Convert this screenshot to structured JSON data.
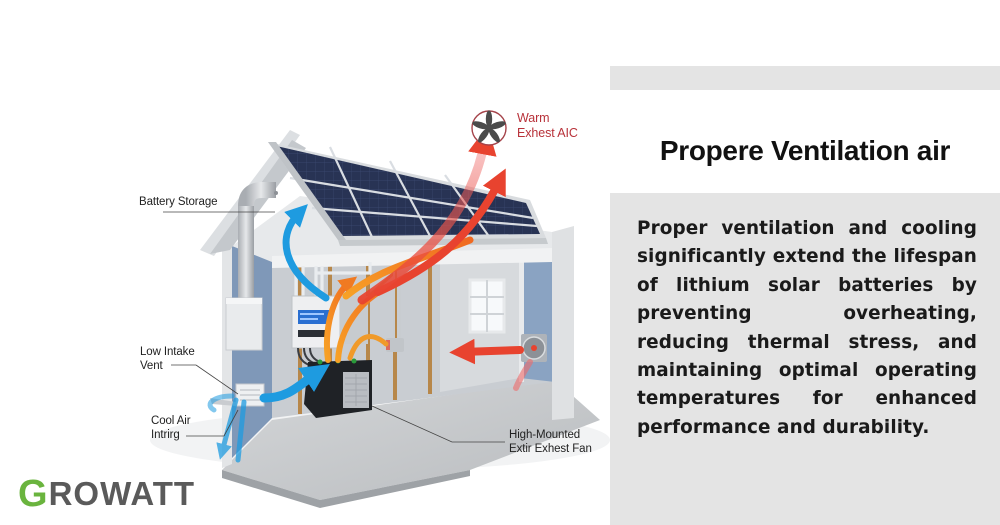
{
  "brand": {
    "logo_initial": "G",
    "logo_rest": "ROWATT",
    "initial_color": "#6ab43e",
    "rest_color": "#5a5a5a"
  },
  "illustration": {
    "labels": {
      "warm_exhaust_line1": "Warm",
      "warm_exhaust_line2": "Exhest AIC",
      "battery_storage": "Battery Storage",
      "low_intake_line1": "Low Intake",
      "low_intake_line2": "Vent",
      "cool_air_line1": "Cool Air",
      "cool_air_line2": "Intrirg",
      "high_mounted_line1": "High-Mounted",
      "high_mounted_line2": "Extir Exhest Fan"
    },
    "icons": [
      "exhaust-fan-icon"
    ],
    "colors": {
      "cool_air": "#1e9be0",
      "warm_air": "#e8432f",
      "heat_orange": "#f59a23",
      "wall_blue": "#8aa3c2",
      "solar_panel": "#2a3450"
    }
  },
  "content": {
    "title": "Propere Ventilation air",
    "body": "Proper ventilation and cooling significantly extend the lifespan of lithium solar batteries by preventing overheating, reducing thermal stress, and maintaining optimal operating temperatures for enhanced performance and durability."
  },
  "colors": {
    "panel_gray": "#e4e4e4",
    "text_dark": "#1a1a1a",
    "label_red": "#b8323a"
  }
}
